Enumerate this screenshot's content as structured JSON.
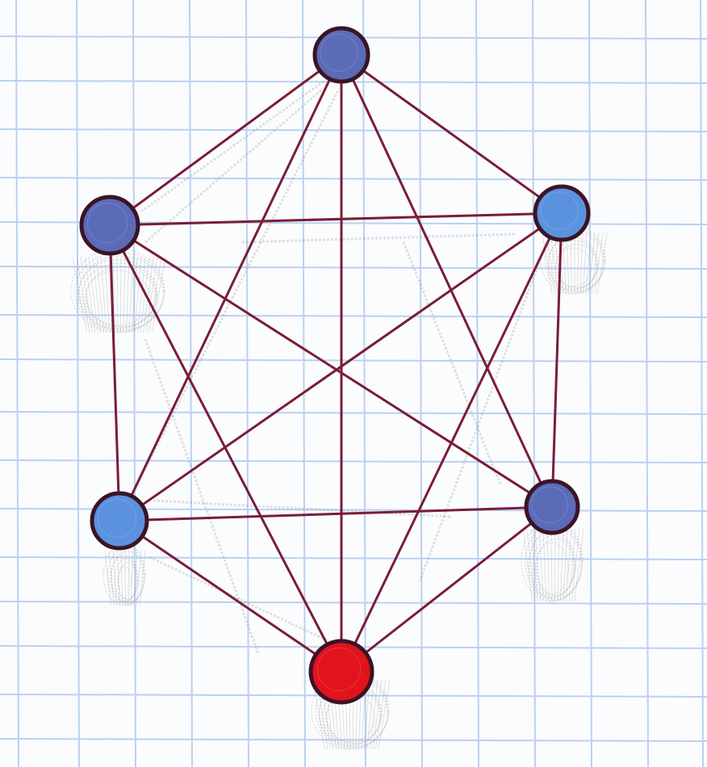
{
  "colors": {
    "paper": "#fbfcfe",
    "grid": "#b9d2ef",
    "edge": "#7a1d35",
    "node_outline": "#3a1426",
    "node_blue_dark": "#5b6bb8",
    "node_blue_light": "#5b92de",
    "node_red": "#e1131c",
    "shadow": "#8a8a8a"
  },
  "diagram": {
    "type": "complete-graph",
    "node_count": 6,
    "nodes": [
      {
        "id": "top",
        "color": "blue-dark"
      },
      {
        "id": "upper-left",
        "color": "blue-dark"
      },
      {
        "id": "upper-right",
        "color": "blue-light"
      },
      {
        "id": "lower-left",
        "color": "blue-light"
      },
      {
        "id": "lower-right",
        "color": "blue-dark"
      },
      {
        "id": "bottom",
        "color": "red"
      }
    ],
    "edges": [
      [
        "top",
        "upper-left"
      ],
      [
        "top",
        "upper-right"
      ],
      [
        "top",
        "lower-left"
      ],
      [
        "top",
        "lower-right"
      ],
      [
        "top",
        "bottom"
      ],
      [
        "upper-left",
        "upper-right"
      ],
      [
        "upper-left",
        "lower-left"
      ],
      [
        "upper-left",
        "lower-right"
      ],
      [
        "upper-left",
        "bottom"
      ],
      [
        "upper-right",
        "lower-left"
      ],
      [
        "upper-right",
        "lower-right"
      ],
      [
        "upper-right",
        "bottom"
      ],
      [
        "lower-left",
        "lower-right"
      ],
      [
        "lower-left",
        "bottom"
      ],
      [
        "lower-right",
        "bottom"
      ]
    ]
  }
}
